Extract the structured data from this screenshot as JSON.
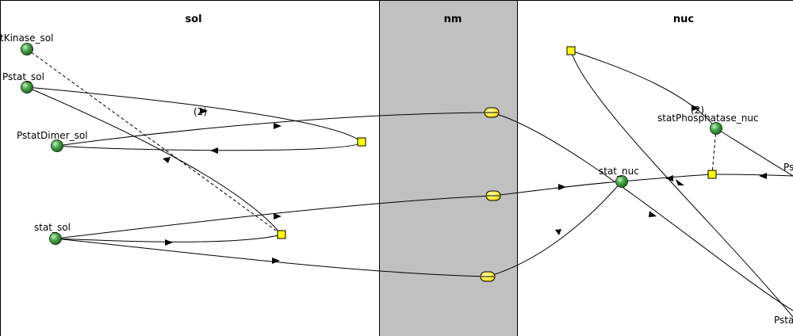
{
  "compartments": {
    "sol": {
      "title": "sol"
    },
    "nm": {
      "title": "nm",
      "fill": "#c0c0c0"
    },
    "nuc": {
      "title": "nuc"
    }
  },
  "species": {
    "statKinase_sol": "tKinase_sol",
    "Pstat_sol": "Pstat_sol",
    "PstatDimer_sol": "PstatDimer_sol",
    "stat_sol": "stat_sol",
    "stat_nuc": "stat_nuc",
    "statPhosphatase_nuc": "statPhosphatase_nuc",
    "PstatDimer_nuc": "Ps",
    "Pstat_nuc": "Psta"
  },
  "stoichiometry": {
    "dimerization": "(2)",
    "dissociation": "(2)"
  },
  "colors": {
    "species": "#2e8b2e",
    "reaction": "#ffff00",
    "transport": "#ffff00"
  }
}
